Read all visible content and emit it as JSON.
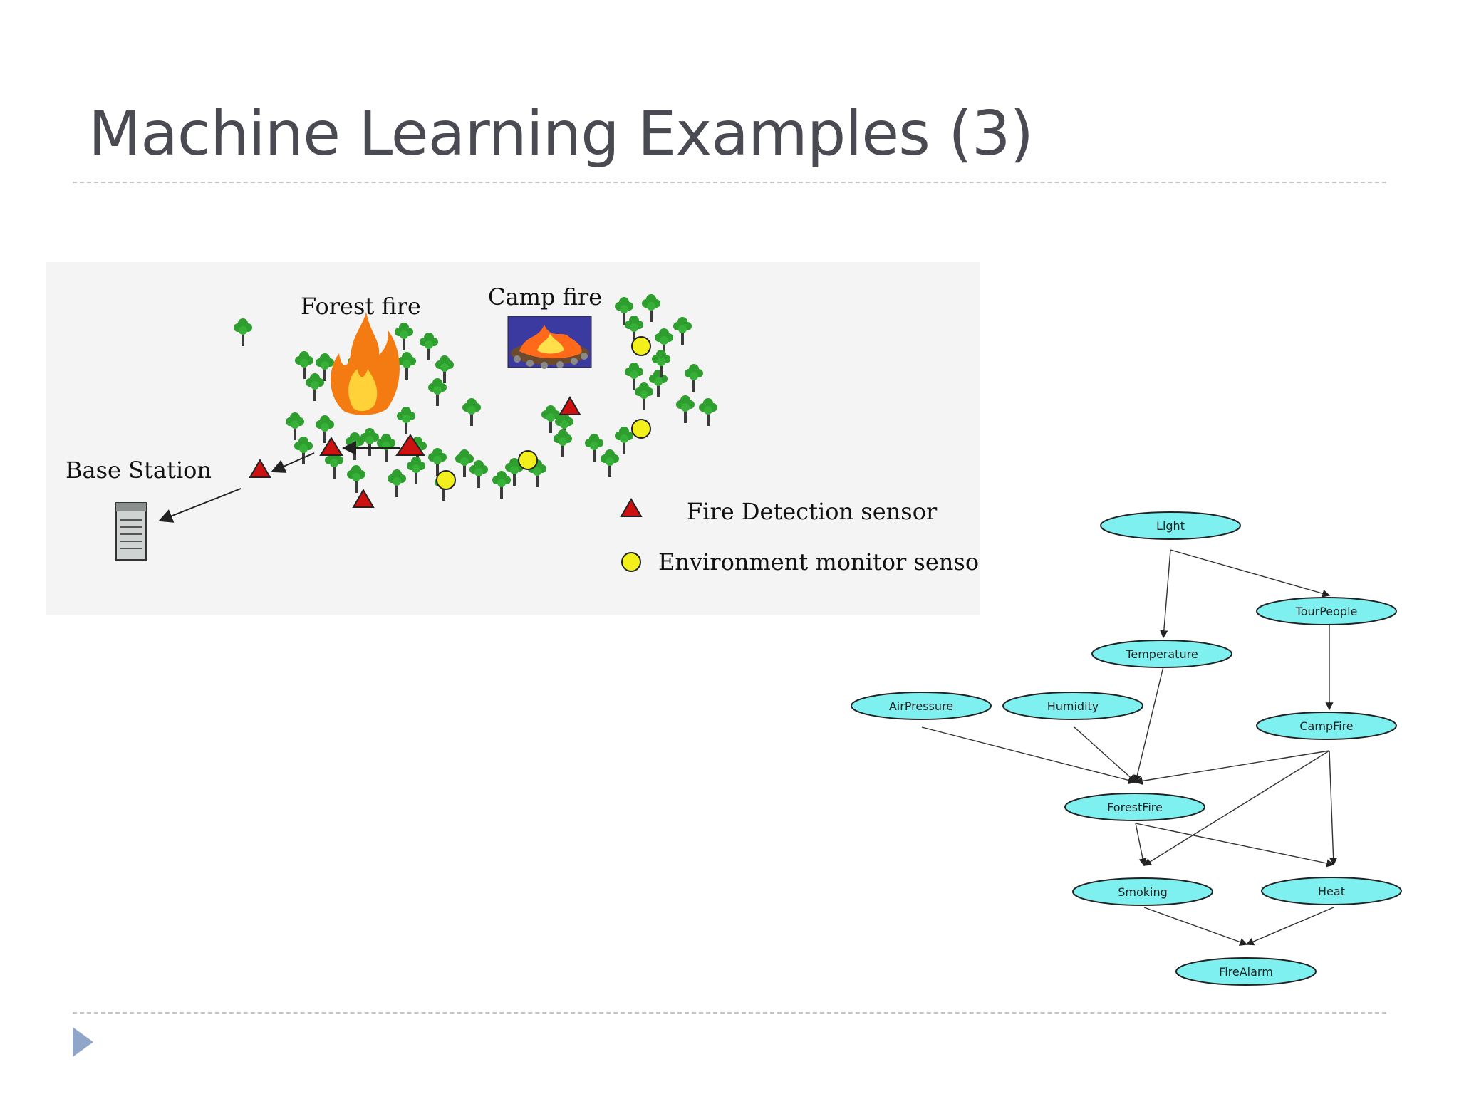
{
  "slide": {
    "title": "Machine Learning Examples (3)"
  },
  "sensor_figure": {
    "forest_fire_label": "Forest fire",
    "camp_fire_label": "Camp fire",
    "base_station_label": "Base Station",
    "legend": {
      "fire_sensor_label": "Fire Detection sensor",
      "env_sensor_label": "Environment monitor sensor"
    },
    "colors": {
      "tree": "#2e9e2e",
      "fire_sensor": "#cc1111",
      "env_sensor": "#f2ef1a"
    }
  },
  "bayes_network": {
    "node_color": "#7ff0f0",
    "nodes": {
      "light": "Light",
      "tourpeople": "TourPeople",
      "temperature": "Temperature",
      "airpressure": "AirPressure",
      "humidity": "Humidity",
      "campfire": "CampFire",
      "forestfire": "ForestFire",
      "smoking": "Smoking",
      "heat": "Heat",
      "firealarm": "FireAlarm"
    }
  }
}
